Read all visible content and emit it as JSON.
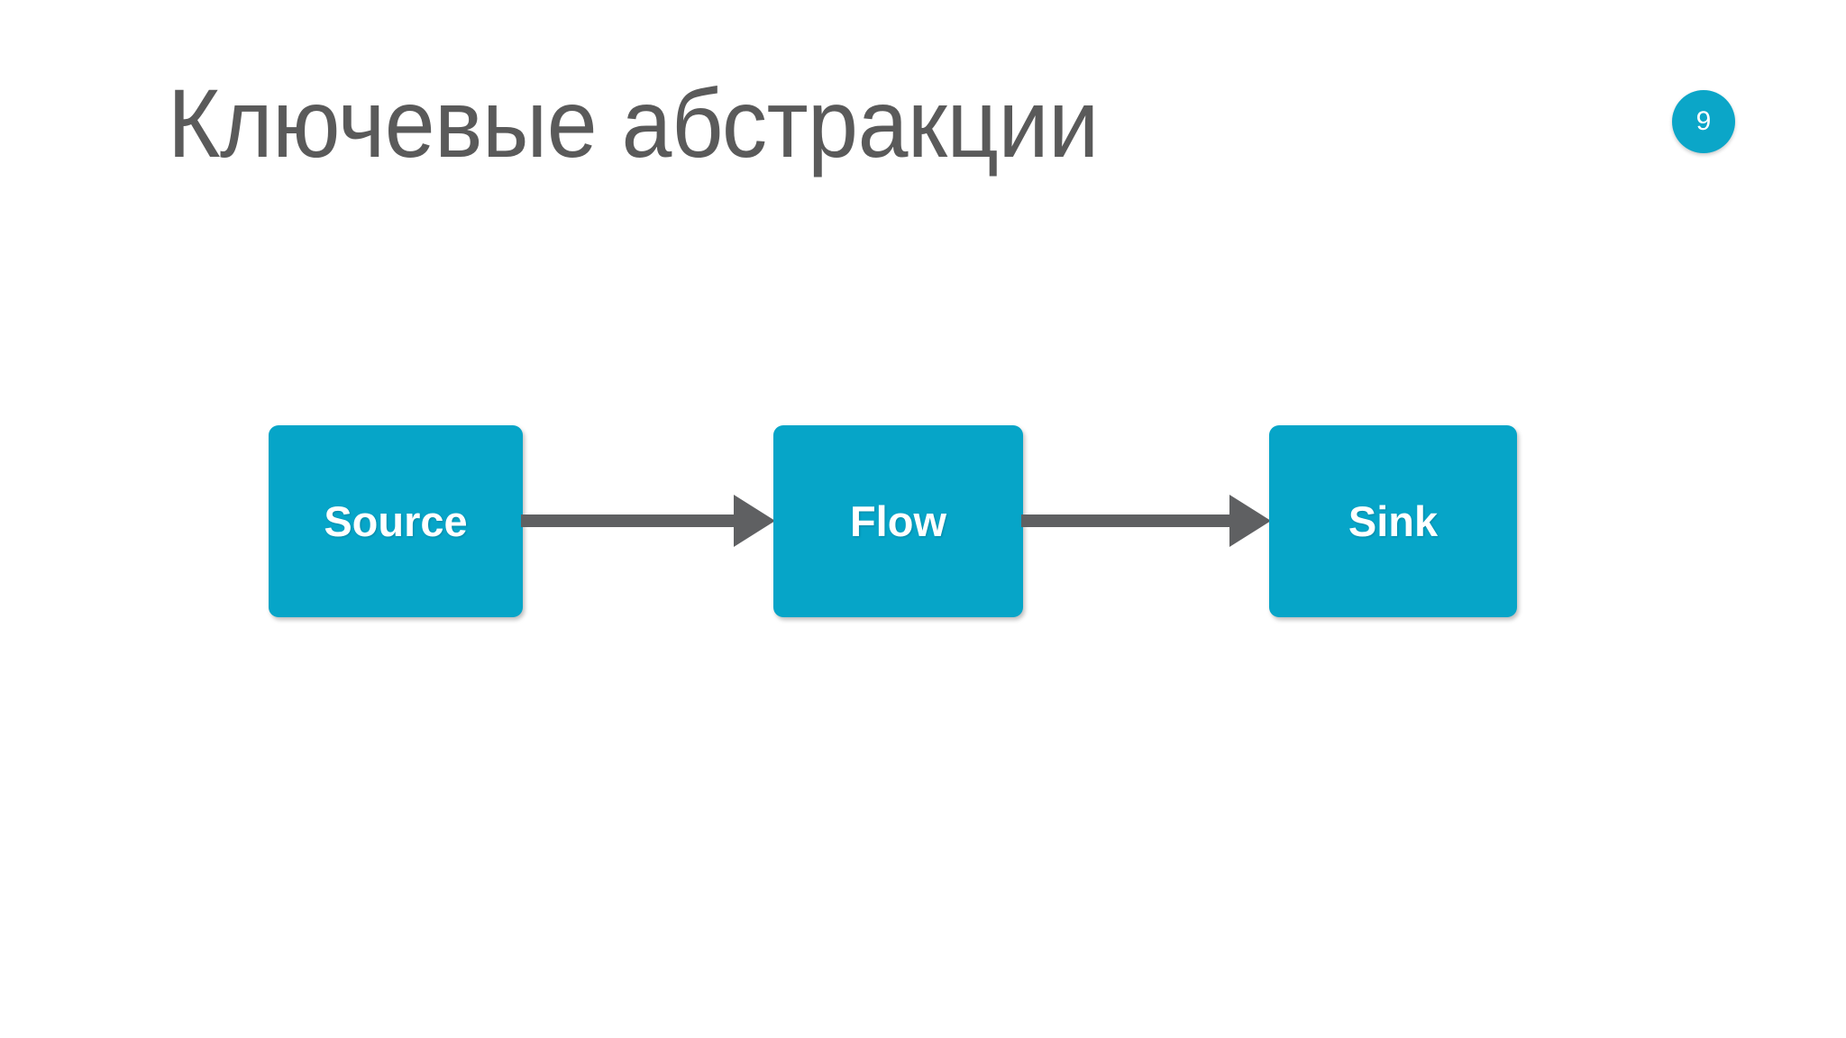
{
  "slide": {
    "title": "Ключевые абстракции",
    "background_color": "#ffffff",
    "title_color": "#5a5a5a",
    "accent_color": "#06a5c8",
    "arrow_color": "#5f6062",
    "badge": {
      "number": "9",
      "color": "#0ba6c8",
      "text_color": "#ffffff"
    }
  },
  "diagram": {
    "type": "flow-pipeline",
    "nodes": [
      {
        "id": "source",
        "label": "Source"
      },
      {
        "id": "flow",
        "label": "Flow"
      },
      {
        "id": "sink",
        "label": "Sink"
      }
    ],
    "connectors": [
      {
        "id": "arrow-1",
        "from": "source",
        "to": "flow",
        "style": "solid-arrow-right"
      },
      {
        "id": "arrow-2",
        "from": "flow",
        "to": "sink",
        "style": "solid-arrow-right"
      }
    ]
  }
}
